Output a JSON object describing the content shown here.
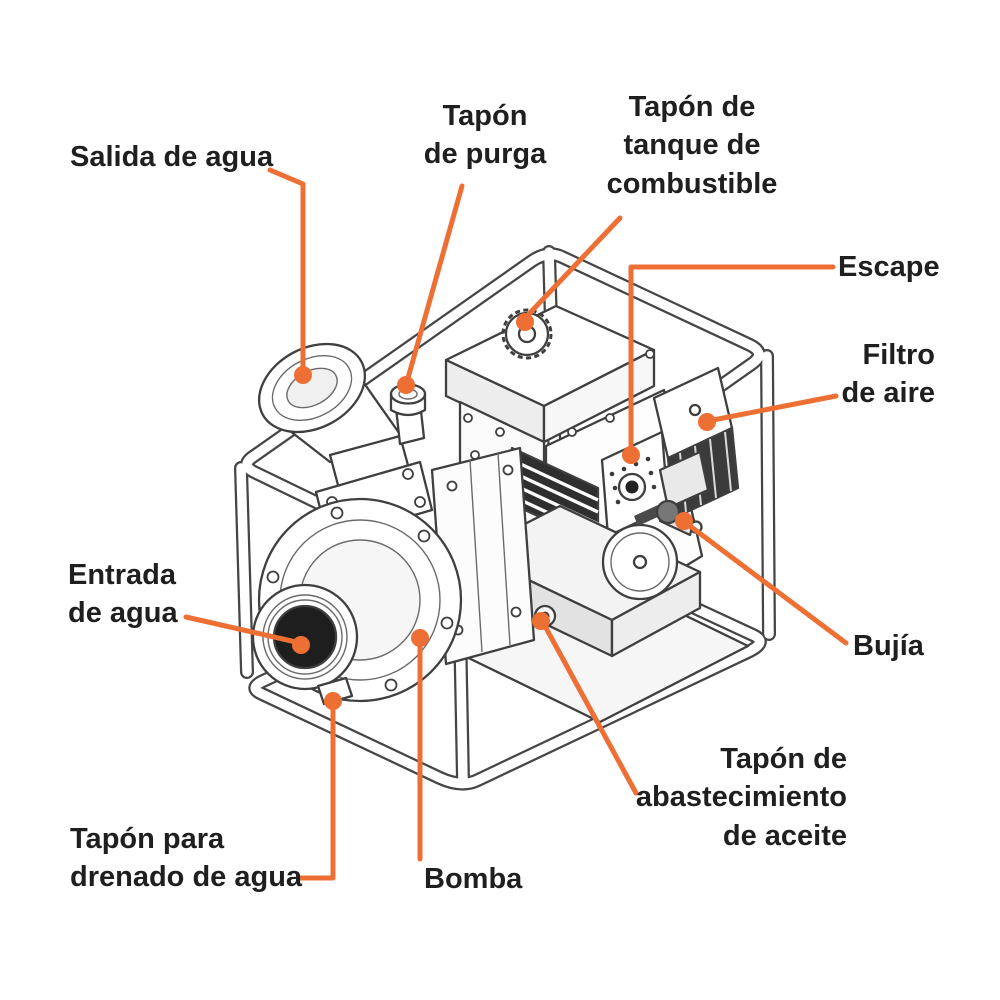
{
  "diagram": {
    "colors": {
      "accent": "#EE6F34",
      "line": "#3f3f3f",
      "text": "#1f1f1f",
      "background": "#ffffff"
    },
    "labels": [
      {
        "id": "salida-de-agua",
        "text": "Salida de agua",
        "lines": [
          "Salida de agua"
        ]
      },
      {
        "id": "tapon-de-purga",
        "text": "Tapón de purga",
        "lines": [
          "Tapón",
          "de purga"
        ]
      },
      {
        "id": "tapon-de-tanque-de-combustible",
        "text": "Tapón de tanque de combustible",
        "lines": [
          "Tapón de",
          "tanque de",
          "combustible"
        ]
      },
      {
        "id": "escape",
        "text": "Escape",
        "lines": [
          "Escape"
        ]
      },
      {
        "id": "filtro-de-aire",
        "text": "Filtro de aire",
        "lines": [
          "Filtro",
          "de aire"
        ]
      },
      {
        "id": "entrada-de-agua",
        "text": "Entrada de agua",
        "lines": [
          "Entrada",
          "de agua"
        ]
      },
      {
        "id": "bujia",
        "text": "Bujía",
        "lines": [
          "Bujía"
        ]
      },
      {
        "id": "tapon-para-drenado-de-agua",
        "text": "Tapón para drenado de agua",
        "lines": [
          "Tapón para",
          "drenado de agua"
        ]
      },
      {
        "id": "bomba",
        "text": "Bomba",
        "lines": [
          "Bomba"
        ]
      },
      {
        "id": "tapon-de-abastecimiento-de-aceite",
        "text": "Tapón de abastecimiento de aceite",
        "lines": [
          "Tapón de",
          "abastecimiento",
          "de aceite"
        ]
      }
    ]
  }
}
